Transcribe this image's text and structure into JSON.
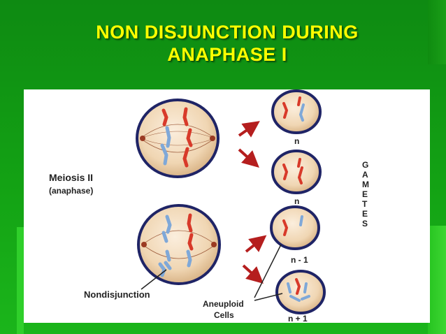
{
  "title": {
    "line1": "NON DISJUNCTION DURING",
    "line2": "ANAPHASE I"
  },
  "diagram": {
    "stage_label": "Meiosis II",
    "stage_sublabel": "(anaphase)",
    "top_cell_label_1": "n",
    "top_cell_label_2": "n",
    "bottom_cell_label_1": "n - 1",
    "bottom_cell_label_2": "n + 1",
    "nondisjunction_label": "Nondisjunction",
    "aneuploid_label_1": "Aneuploid",
    "aneuploid_label_2": "Cells",
    "gametes_letters": [
      "G",
      "A",
      "M",
      "E",
      "T",
      "E",
      "S"
    ]
  },
  "colors": {
    "background": "#13a214",
    "title": "#ffff00",
    "cell_fill": "#f2d9b8",
    "cell_border": "#1f2466",
    "chromosome_red": "#d83a2a",
    "chromosome_blue": "#7fa8d8",
    "arrow": "#b51e1e"
  }
}
